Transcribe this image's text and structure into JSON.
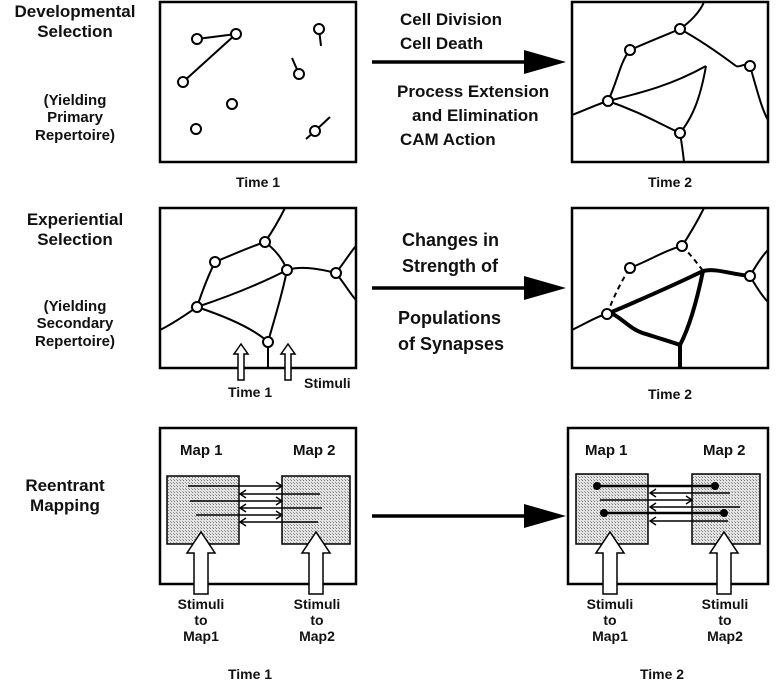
{
  "row1": {
    "title_line1": "Developmental",
    "title_line2": "Selection",
    "sub_line1": "(Yielding",
    "sub_line2": "Primary",
    "sub_line3": "Repertoire)",
    "process": [
      "Cell Division",
      "Cell Death",
      "Process Extension",
      "and Elimination",
      "CAM Action"
    ],
    "time_left": "Time 1",
    "time_right": "Time 2"
  },
  "row2": {
    "title_line1": "Experiential",
    "title_line2": "Selection",
    "sub_line1": "(Yielding",
    "sub_line2": "Secondary",
    "sub_line3": "Repertoire)",
    "process": [
      "Changes in",
      "Strength of",
      "Populations",
      "of Synapses"
    ],
    "time_left": "Time 1",
    "stimuli": "Stimuli",
    "time_right": "Time 2"
  },
  "row3": {
    "title_line1": "Reentrant",
    "title_line2": "Mapping",
    "map1": "Map 1",
    "map2": "Map 2",
    "stim1": [
      "Stimuli",
      "to",
      "Map1"
    ],
    "stim2": [
      "Stimuli",
      "to",
      "Map2"
    ],
    "time_left": "Time 1",
    "time_right": "Time 2"
  }
}
